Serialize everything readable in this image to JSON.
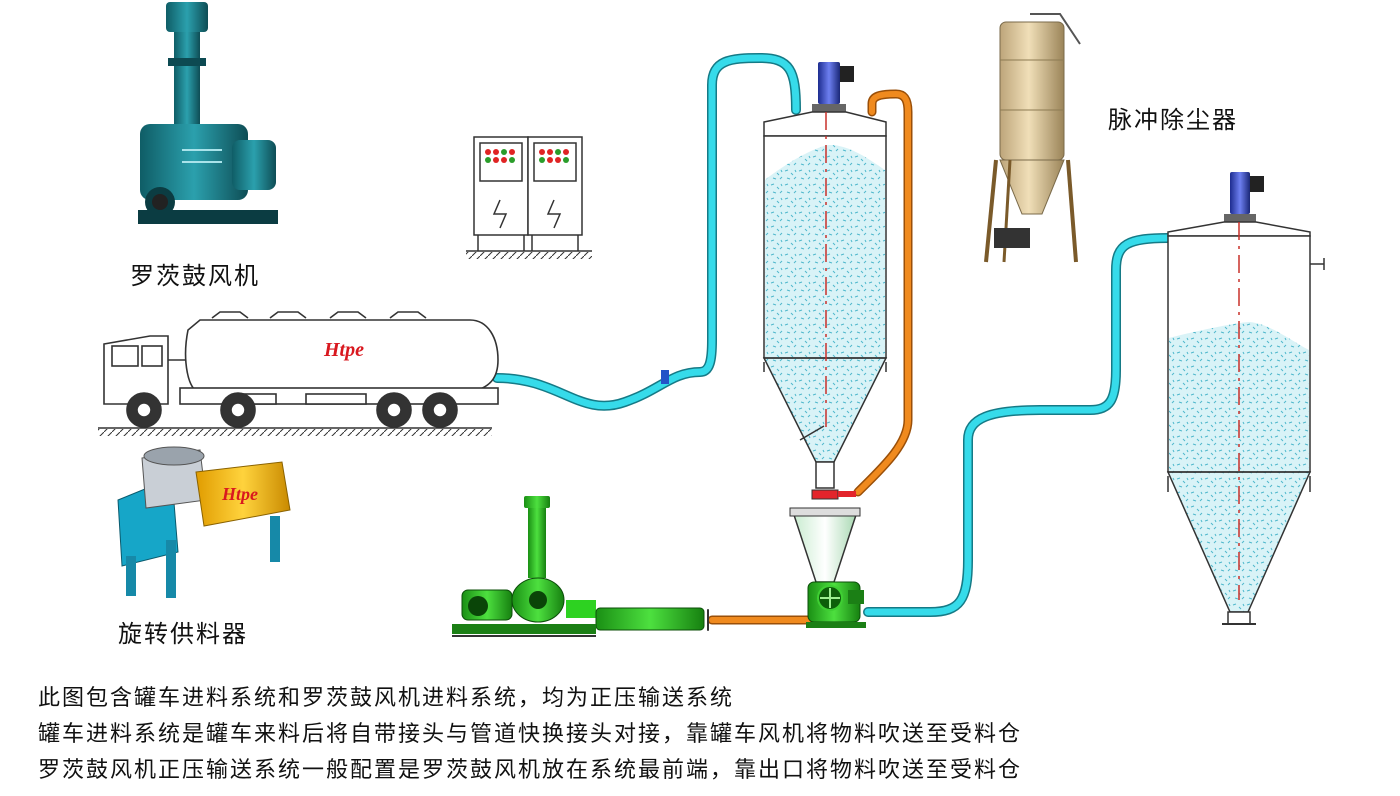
{
  "labels": {
    "roots_blower": "罗茨鼓风机",
    "rotary_feeder": "旋转供料器",
    "pulse_dust_collector": "脉冲除尘器"
  },
  "brand_logo": "Htpe",
  "description": [
    "此图包含罐车进料系统和罗茨鼓风机进料系统，均为正压输送系统",
    "罐车进料系统是罐车来料后将自带接头与管道快换接头对接，靠罐车风机将物料吹送至受料仓",
    "罗茨鼓风机正压输送系统一般配置是罗茨鼓风机放在系统最前端，靠出口将物料吹送至受料仓"
  ],
  "colors": {
    "pipe_cyan": "#33d6e6",
    "pipe_orange": "#e8821e",
    "blower_green": "#29c41f",
    "material_fill": "#cfeff4",
    "logo_red": "#d9181f",
    "feeder_yellow": "#f2b705"
  }
}
